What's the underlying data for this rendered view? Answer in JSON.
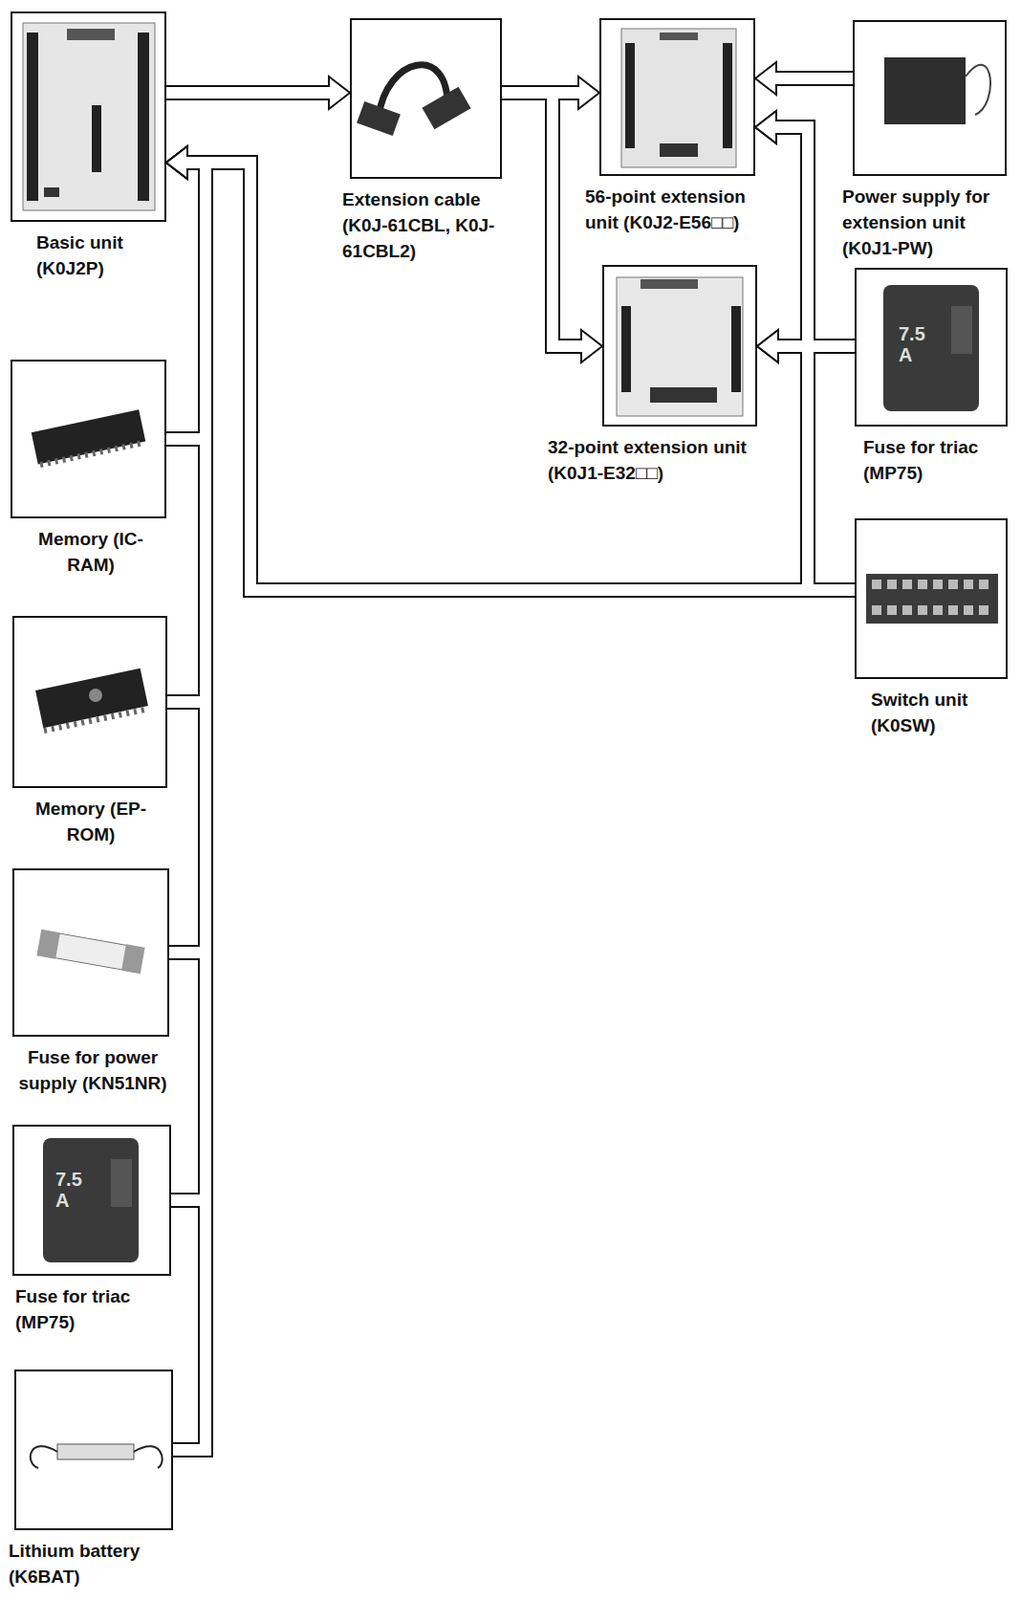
{
  "diagram": {
    "nodes": [
      {
        "text": [
          "Basic unit (K0J2P)"
        ]
      },
      {
        "text": [
          "Extension cable (K0J-61CBL, K0J-61CBL2)"
        ]
      },
      {
        "text": [
          "56-point extension unit (K0J2-E56□□)"
        ]
      },
      {
        "text": [
          "Power supply for extension unit (K0J1-PW)"
        ]
      },
      {
        "text": [
          "32-point extension unit (K0J1-E32□□)"
        ]
      },
      {
        "text": [
          "Fuse for triac (MP75)"
        ]
      },
      {
        "text": [
          "Switch unit (K0SW)"
        ]
      },
      {
        "text": [
          "Memory (IC-RAM)"
        ]
      },
      {
        "text": [
          "Memory (EP-ROM)"
        ]
      },
      {
        "text": [
          "Fuse for power supply (KN51NR)"
        ]
      },
      {
        "text": [
          "Fuse for triac (MP75)"
        ]
      },
      {
        "text": [
          "Lithium battery (K6BAT)"
        ]
      }
    ],
    "edges": [
      {
        "from": 0,
        "to": 1,
        "arrow": "to"
      },
      {
        "from": 1,
        "to": 2,
        "arrow": "to"
      },
      {
        "from": 1,
        "to": 4,
        "arrow": "to"
      },
      {
        "from": 3,
        "to": 2,
        "arrow": "to"
      },
      {
        "from": 5,
        "to": 2,
        "arrow": "to"
      },
      {
        "from": 5,
        "to": 4,
        "arrow": "to"
      },
      {
        "from": 6,
        "to": 0,
        "arrow": "to"
      },
      {
        "from": 6,
        "to": 2,
        "arrow": "to"
      },
      {
        "from": 6,
        "to": 4,
        "arrow": "to"
      },
      {
        "from": 7,
        "to": 0,
        "arrow": "to"
      },
      {
        "from": 8,
        "to": 0,
        "arrow": "to"
      },
      {
        "from": 9,
        "to": 0,
        "arrow": "to"
      },
      {
        "from": 10,
        "to": 0,
        "arrow": "to"
      },
      {
        "from": 11,
        "to": 0,
        "arrow": "to"
      }
    ],
    "labels": [
      "7.5 A",
      "7.5 A"
    ]
  }
}
